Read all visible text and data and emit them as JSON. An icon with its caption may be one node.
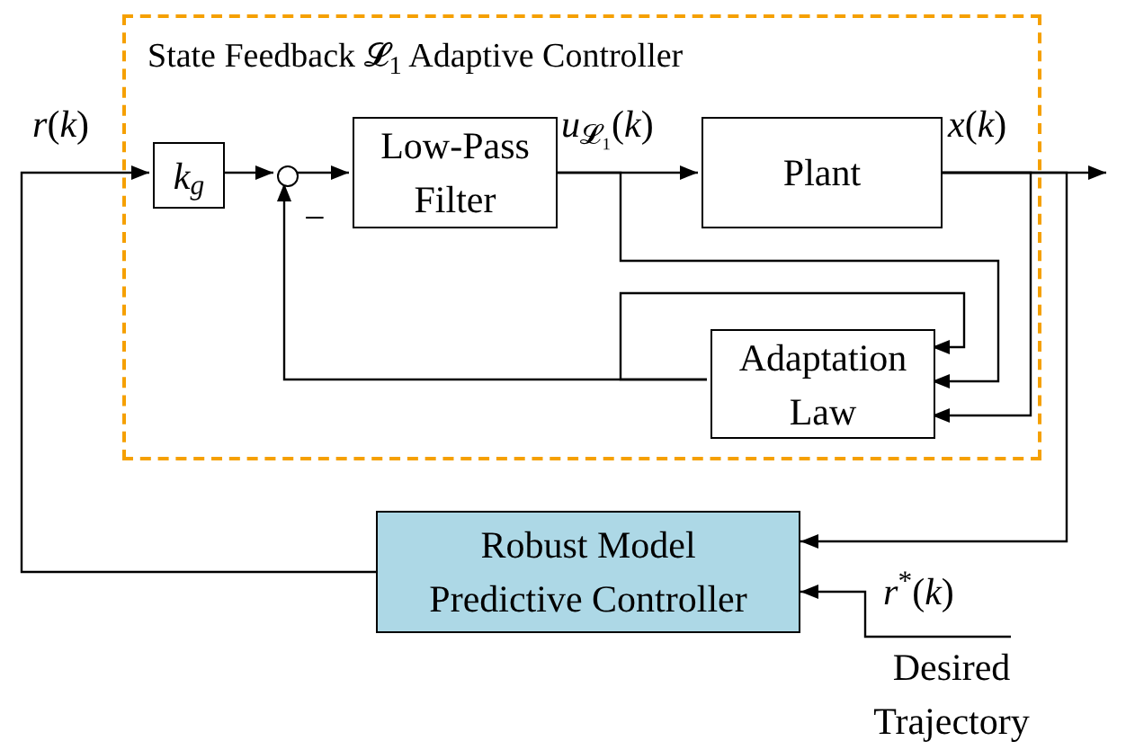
{
  "diagram": {
    "nodes": [
      {
        "text": [
          "State Feedback 𝓛$_{1}$ Adaptive Controller"
        ]
      },
      {
        "text": [
          "*k*$_{g}$"
        ],
        "in": 0
      },
      {
        "text": [],
        "shape": "circle",
        "in": 0
      },
      {
        "text": [
          "Low-Pass Filter"
        ],
        "in": 0
      },
      {
        "text": [
          "Plant"
        ],
        "in": 0
      },
      {
        "text": [
          "Adaptation Law"
        ],
        "in": 0
      },
      {
        "text": [
          "Robust Model Predictive Controller"
        ]
      },
      {
        "text": [
          "Desired Trajectory"
        ]
      }
    ],
    "edges": [
      {
        "from": 6,
        "to": 1,
        "arrow": "to"
      },
      {
        "from": 1,
        "to": 2,
        "arrow": "to"
      },
      {
        "from": 2,
        "to": 3,
        "arrow": "to"
      },
      {
        "from": 3,
        "to": 4,
        "arrow": "to"
      },
      {
        "from": 4,
        "to": null,
        "arrow": "to"
      },
      {
        "from": 4,
        "to": 6,
        "arrow": "to"
      },
      {
        "from": 4,
        "to": 5,
        "arrow": "to"
      },
      {
        "from": 3,
        "to": 5,
        "arrow": "to"
      },
      {
        "from": 5,
        "to": 2,
        "arrow": "to"
      },
      {
        "from": 5,
        "to": 5,
        "arrow": "to"
      },
      {
        "from": 7,
        "to": 6,
        "arrow": "to"
      }
    ],
    "labels": [
      "*r*(*k*)",
      "*u*$_{𝓛₁}$(*k*)",
      "*x*(*k*)",
      "−",
      "*r*$^{*}$(*k*)"
    ]
  }
}
